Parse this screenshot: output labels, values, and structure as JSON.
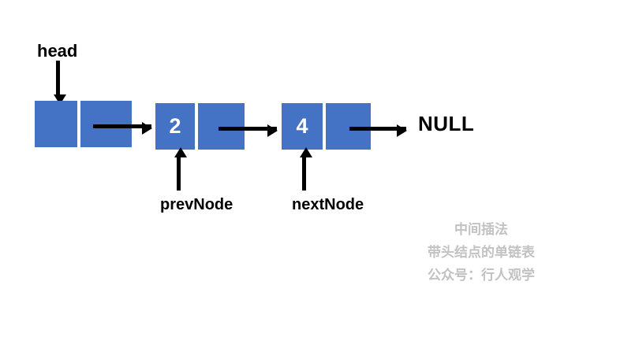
{
  "diagram": {
    "title_watermark": [
      "中间插法",
      "带头结点的单链表",
      "公众号：行人观学"
    ],
    "nodes": [
      {
        "id": "head-node",
        "value": "",
        "has_pointer_cell": true
      },
      {
        "id": "node-two",
        "value": "2",
        "has_pointer_cell": true
      },
      {
        "id": "node-four",
        "value": "4",
        "has_pointer_cell": true
      }
    ],
    "labels": {
      "head": "head",
      "prev_node": "prevNode",
      "next_node": "nextNode",
      "null_terminator": "NULL"
    },
    "colors": {
      "node_fill": "#4472C4",
      "node_divider": "#FFFFFF",
      "node_text": "#FFFFFF",
      "arrow": "#000000",
      "label_text": "#000000",
      "watermark_text": "#C2C2C2",
      "background": "#FFFFFF"
    }
  }
}
